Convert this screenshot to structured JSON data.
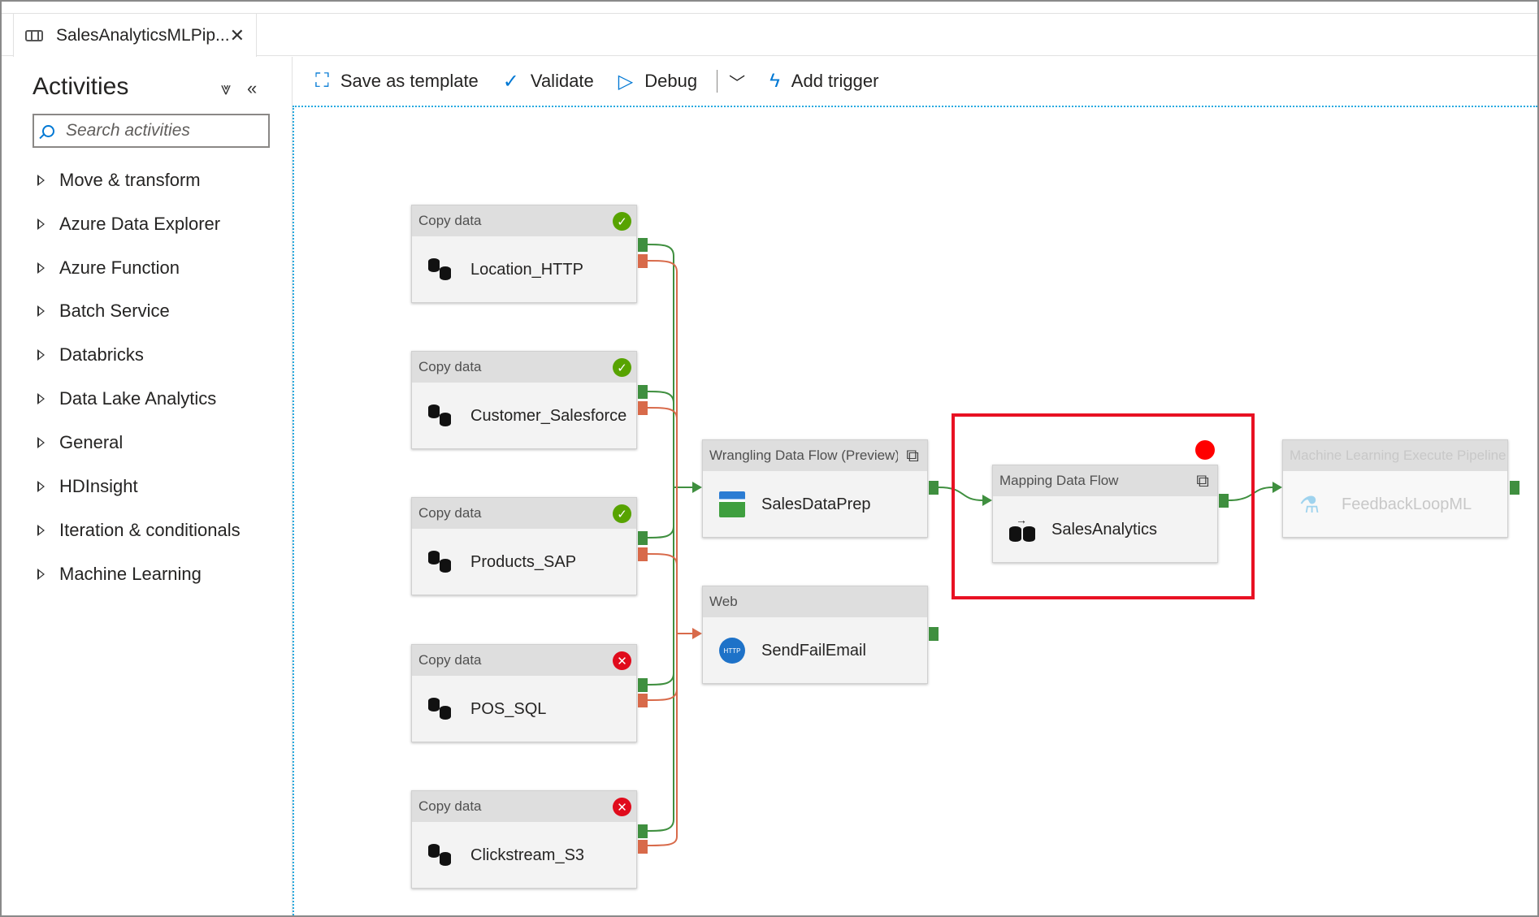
{
  "tab": {
    "title": "SalesAnalyticsMLPip...",
    "close": "✕"
  },
  "sidebar": {
    "title": "Activities",
    "search_placeholder": "Search activities",
    "categories": [
      "Move & transform",
      "Azure Data Explorer",
      "Azure Function",
      "Batch Service",
      "Databricks",
      "Data Lake Analytics",
      "General",
      "HDInsight",
      "Iteration & conditionals",
      "Machine Learning"
    ]
  },
  "toolbar": {
    "save_template": "Save as template",
    "validate": "Validate",
    "debug": "Debug",
    "add_trigger": "Add trigger"
  },
  "nodes": {
    "copy": [
      {
        "type": "Copy data",
        "name": "Location_HTTP",
        "status": "succeeded"
      },
      {
        "type": "Copy data",
        "name": "Customer_Salesforce",
        "status": "succeeded"
      },
      {
        "type": "Copy data",
        "name": "Products_SAP",
        "status": "succeeded"
      },
      {
        "type": "Copy data",
        "name": "POS_SQL",
        "status": "failed"
      },
      {
        "type": "Copy data",
        "name": "Clickstream_S3",
        "status": "failed"
      }
    ],
    "wrangling": {
      "type": "Wrangling Data Flow (Preview)",
      "name": "SalesDataPrep"
    },
    "web": {
      "type": "Web",
      "name": "SendFailEmail"
    },
    "mapping": {
      "type": "Mapping Data Flow",
      "name": "SalesAnalytics"
    },
    "ml": {
      "type": "Machine Learning Execute Pipeline",
      "name": "FeedbackLoopML",
      "disabled": true
    }
  },
  "colors": {
    "success": "#57a300",
    "failure": "#e00b1c",
    "highlight": "#e81123",
    "accent": "#0078d4"
  }
}
